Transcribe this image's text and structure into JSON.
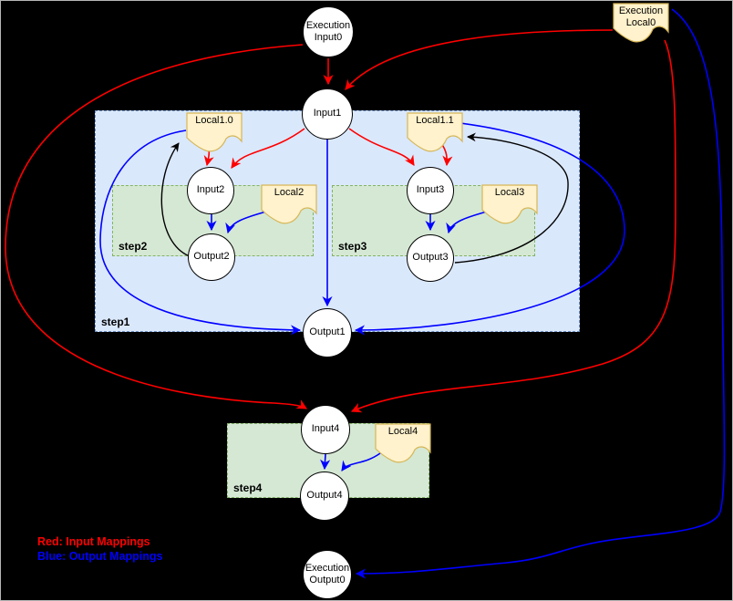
{
  "title": "Workflow step mapping diagram",
  "colors": {
    "background": "#000000",
    "input_mapping_red": "#FF0000",
    "output_mapping_blue": "#0000FF",
    "state_link_black": "#000000",
    "step_blue_fill": "#DAE8FC",
    "step_blue_border": "#6C8EBF",
    "step_green_fill": "#D5E8D4",
    "step_green_border": "#82B366",
    "note_fill": "#FFF2CC",
    "note_border": "#D6B656",
    "node_fill": "#FFFFFF",
    "node_border": "#000000"
  },
  "steps": {
    "step1": {
      "label": "step1"
    },
    "step2": {
      "label": "step2"
    },
    "step3": {
      "label": "step3"
    },
    "step4": {
      "label": "step4"
    }
  },
  "nodes": {
    "execution_input0": {
      "label": "Execution\nInput0"
    },
    "input1": {
      "label": "Input1"
    },
    "input2": {
      "label": "Input2"
    },
    "output2": {
      "label": "Output2"
    },
    "input3": {
      "label": "Input3"
    },
    "output3": {
      "label": "Output3"
    },
    "output1": {
      "label": "Output1"
    },
    "input4": {
      "label": "Input4"
    },
    "output4": {
      "label": "Output4"
    },
    "execution_output0": {
      "label": "Execution\nOutput0"
    }
  },
  "notes": {
    "execution_local0": {
      "label": "Execution\nLocal0"
    },
    "local1_0": {
      "label": "Local1.0"
    },
    "local1_1": {
      "label": "Local1.1"
    },
    "local2": {
      "label": "Local2"
    },
    "local3": {
      "label": "Local3"
    },
    "local4": {
      "label": "Local4"
    }
  },
  "legend": {
    "red_label": "Red: Input Mappings",
    "blue_label": "Blue: Output Mappings"
  }
}
